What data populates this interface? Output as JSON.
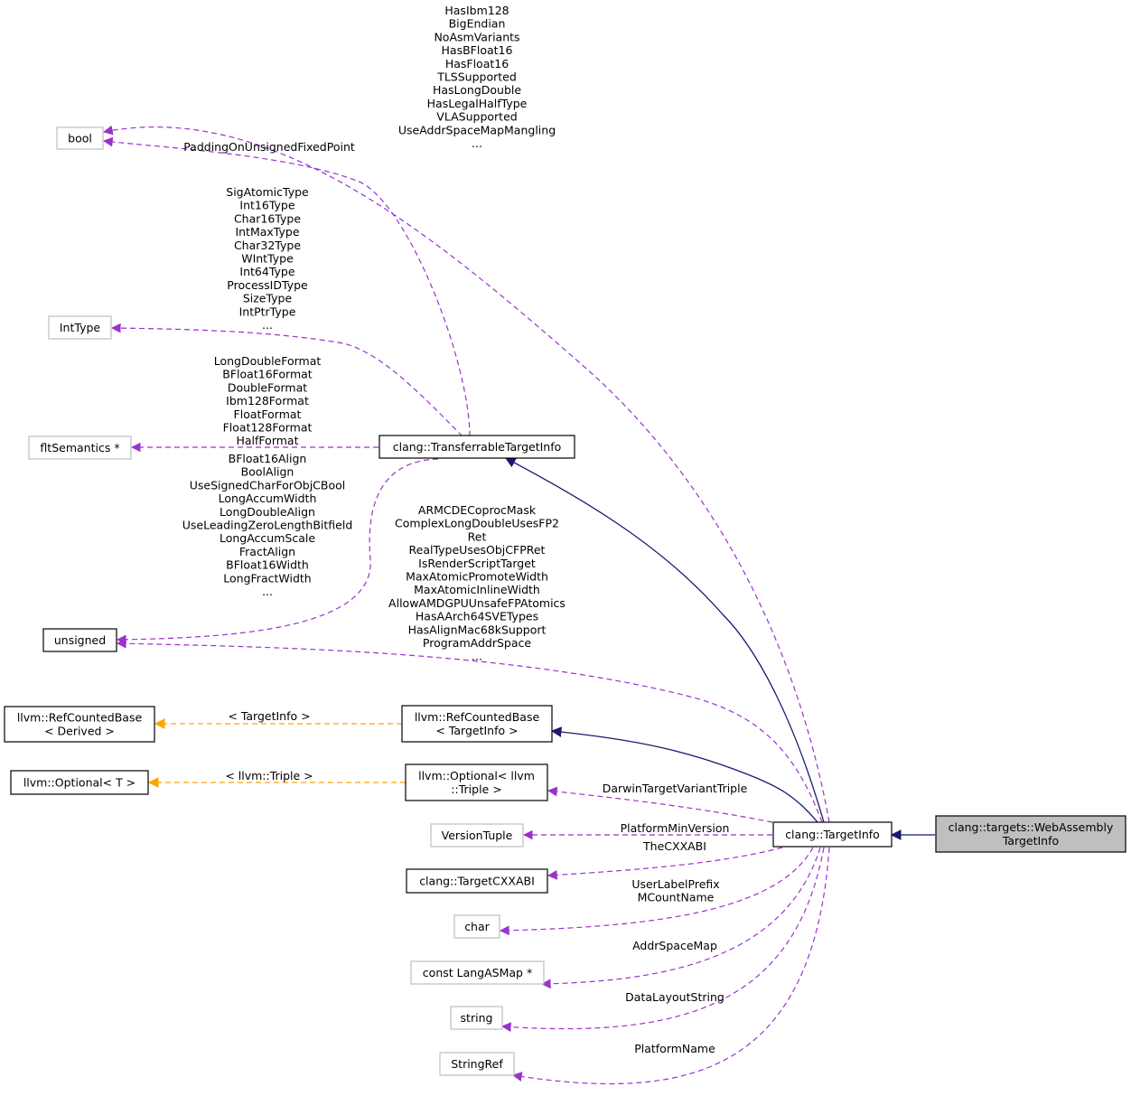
{
  "colors": {
    "inheritance": "#191970",
    "usage": "#9a32cd",
    "template": "#ffa500",
    "focus_fill": "#bfbfbf",
    "external_border": "#bfbfbf",
    "node_border": "#000000"
  },
  "nodes": {
    "bool": {
      "lines": [
        "bool"
      ]
    },
    "inttype": {
      "lines": [
        "IntType"
      ]
    },
    "fltsemantics": {
      "lines": [
        "fltSemantics *"
      ]
    },
    "unsigned": {
      "lines": [
        "unsigned"
      ]
    },
    "refcounted_derived": {
      "lines": [
        "llvm::RefCountedBase",
        "< Derived >"
      ]
    },
    "optional_t": {
      "lines": [
        "llvm::Optional< T >"
      ]
    },
    "transferrable": {
      "lines": [
        "clang::TransferrableTargetInfo"
      ]
    },
    "refcounted_targetinfo": {
      "lines": [
        "llvm::RefCountedBase",
        "< TargetInfo >"
      ]
    },
    "optional_triple": {
      "lines": [
        "llvm::Optional< llvm",
        "::Triple >"
      ]
    },
    "versiontuple": {
      "lines": [
        "VersionTuple"
      ]
    },
    "targetcxxabi": {
      "lines": [
        "clang::TargetCXXABI"
      ]
    },
    "char": {
      "lines": [
        "char"
      ]
    },
    "langasmap": {
      "lines": [
        "const LangASMap *"
      ]
    },
    "string": {
      "lines": [
        "string"
      ]
    },
    "stringref": {
      "lines": [
        "StringRef"
      ]
    },
    "targetinfo": {
      "lines": [
        "clang::TargetInfo"
      ]
    },
    "webassembly": {
      "lines": [
        "clang::targets::WebAssembly",
        "TargetInfo"
      ]
    }
  },
  "edge_labels": {
    "bool_from_targetinfo": [
      "HasIbm128",
      "BigEndian",
      "NoAsmVariants",
      "HasBFloat16",
      "HasFloat16",
      "TLSSupported",
      "HasLongDouble",
      "HasLegalHalfType",
      "VLASupported",
      "UseAddrSpaceMapMangling",
      "..."
    ],
    "bool_from_transferrable": [
      "PaddingOnUnsignedFixedPoint"
    ],
    "inttype_from_transferrable": [
      "SigAtomicType",
      "Int16Type",
      "Char16Type",
      "IntMaxType",
      "Char32Type",
      "WIntType",
      "Int64Type",
      "ProcessIDType",
      "SizeType",
      "IntPtrType",
      "..."
    ],
    "fltsemantics_from_transferrable": [
      "LongDoubleFormat",
      "BFloat16Format",
      "DoubleFormat",
      "Ibm128Format",
      "FloatFormat",
      "Float128Format",
      "HalfFormat"
    ],
    "unsigned_from_transferrable": [
      "BFloat16Align",
      "BoolAlign",
      "UseSignedCharForObjCBool",
      "LongAccumWidth",
      "LongDoubleAlign",
      "UseLeadingZeroLengthBitfield",
      "LongAccumScale",
      "FractAlign",
      "BFloat16Width",
      "LongFractWidth",
      "..."
    ],
    "unsigned_from_targetinfo": [
      "ARMCDECoprocMask",
      "ComplexLongDoubleUsesFP2",
      "Ret",
      "RealTypeUsesObjCFPRet",
      "IsRenderScriptTarget",
      "MaxAtomicPromoteWidth",
      "MaxAtomicInlineWidth",
      "AllowAMDGPUUnsafeFPAtomics",
      "HasAArch64SVETypes",
      "HasAlignMac68kSupport",
      "ProgramAddrSpace",
      "..."
    ],
    "refcounted_template": [
      "< TargetInfo >"
    ],
    "optional_template": [
      "< llvm::Triple >"
    ],
    "optional_triple_usage": [
      "DarwinTargetVariantTriple"
    ],
    "versiontuple_usage": [
      "PlatformMinVersion"
    ],
    "targetcxxabi_usage": [
      "TheCXXABI"
    ],
    "char_usage": [
      "UserLabelPrefix",
      "MCountName"
    ],
    "langasmap_usage": [
      "AddrSpaceMap"
    ],
    "string_usage": [
      "DataLayoutString"
    ],
    "stringref_usage": [
      "PlatformName"
    ]
  }
}
